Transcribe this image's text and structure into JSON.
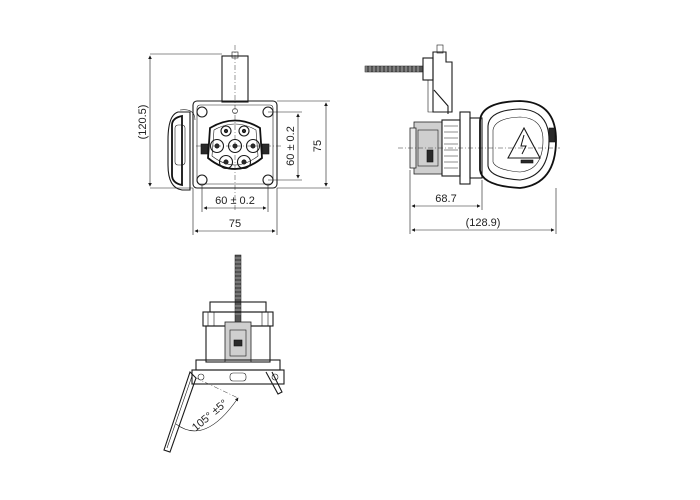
{
  "drawing": {
    "front_view": {
      "dim_height_overall": "(120.5)",
      "dim_pitch_vertical": "60 ± 0.2",
      "dim_width_vertical": "75",
      "dim_pitch_horizontal": "60 ± 0.2",
      "dim_width_horizontal": "75"
    },
    "side_view": {
      "dim_depth": "68.7",
      "dim_depth_overall": "(128.9)"
    },
    "top_view": {
      "dim_angle": "105° ±5°"
    }
  }
}
